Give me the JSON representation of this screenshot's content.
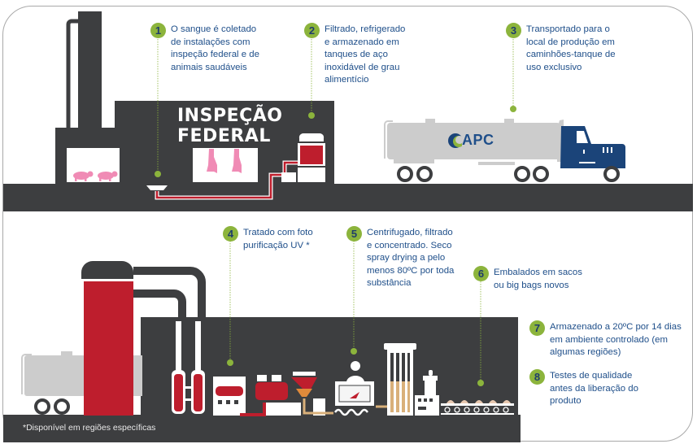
{
  "diagram": {
    "title": "Blood plasma collection and production process",
    "facility_label_line1": "INSPEÇÃO",
    "facility_label_line2": "FEDERAL",
    "truck_logo": "APC",
    "footnote": "*Disponível em regiões específicas",
    "colors": {
      "badge": "#8cb43c",
      "text": "#1f4f8a",
      "building": "#3d3e40",
      "blood": "#be1e2d",
      "truck_cab": "#1b4479",
      "tanker": "#cccccc",
      "animals": "#f08bb5",
      "powder": "#d9b07a"
    },
    "steps": [
      {
        "number": "1",
        "text": "O sangue é coletado\nde instalações com\ninspeção federal e de\nanimais saudáveis"
      },
      {
        "number": "2",
        "text": "Filtrado, refrigerado\ne armazenado em\ntanques de aço\ninoxidável de grau\nalimentício"
      },
      {
        "number": "3",
        "text": "Transportado para o\nlocal de produção em\ncaminhões-tanque de\nuso exclusivo"
      },
      {
        "number": "4",
        "text": "Tratado com foto\npurificação UV *"
      },
      {
        "number": "5",
        "text": "Centrifugado, filtrado\ne concentrado. Seco\nspray drying a pelo\nmenos 80ºC por toda\nsubstância"
      },
      {
        "number": "6",
        "text": "Embalados em sacos\nou big bags novos"
      },
      {
        "number": "7",
        "text": "Armazenado a 20ºC por 14 dias\nem ambiente controlado (em\nalgumas regiões)"
      },
      {
        "number": "8",
        "text": "Testes de qualidade\nantes da liberação do\nproduto"
      }
    ]
  }
}
